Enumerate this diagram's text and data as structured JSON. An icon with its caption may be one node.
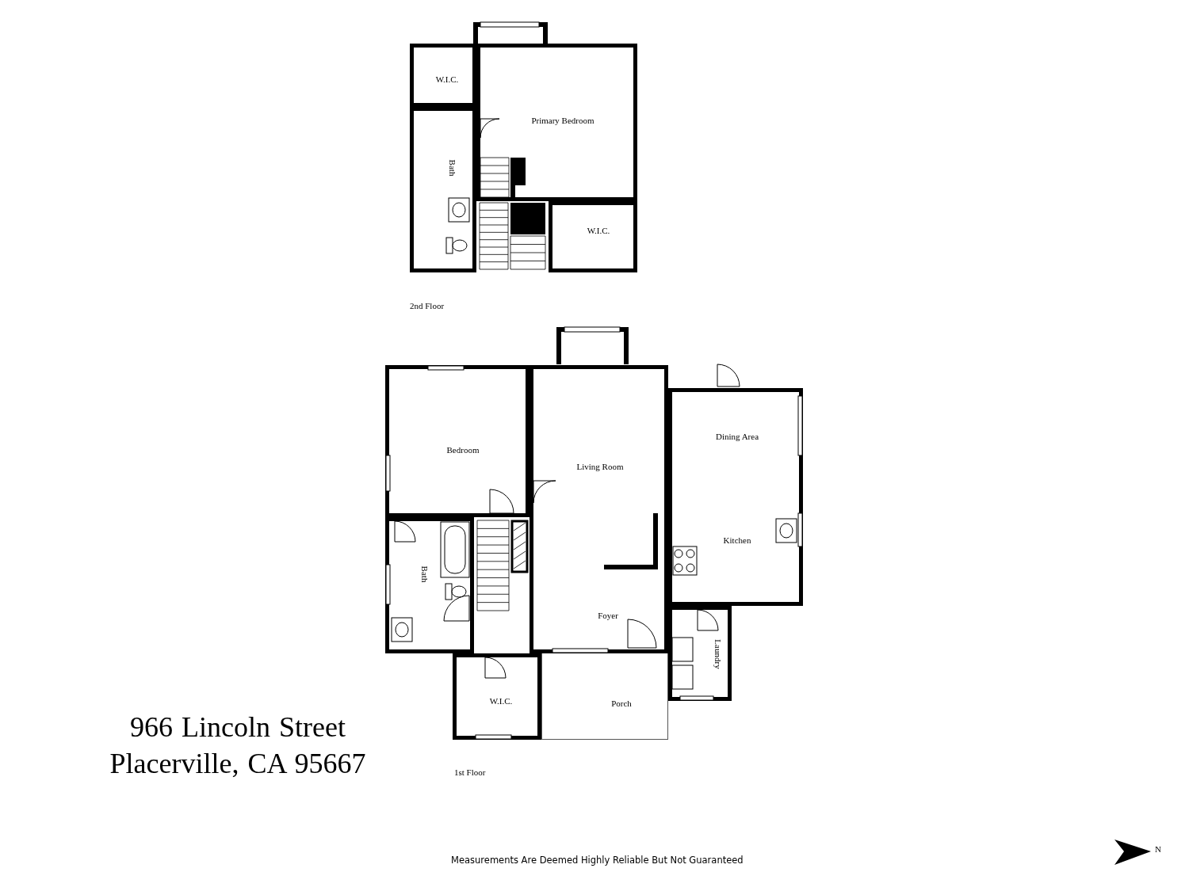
{
  "diagram": {
    "title": "966 Lincoln Street Placerville, CA 95667",
    "caption": "Measurements Are Deemed Highly Reliable But Not Guaranteed",
    "nodes": [
      {
        "text": [
          "W.I.C."
        ]
      },
      {
        "text": [
          "Primary Bedroom"
        ]
      },
      {
        "text": [
          "Bath"
        ]
      },
      {
        "text": [
          "W.I.C."
        ]
      },
      {
        "text": [
          "Bedroom"
        ]
      },
      {
        "text": [
          "Living Room",
          "Foyer"
        ]
      },
      {
        "text": [
          "Dining Area",
          "Kitchen"
        ]
      },
      {
        "text": [
          "Bath"
        ]
      },
      {
        "text": [
          "Laundry"
        ]
      },
      {
        "text": [
          "W.I.C."
        ]
      },
      {
        "text": [
          "Porch"
        ]
      }
    ],
    "labels": [
      "2nd Floor",
      "1st Floor",
      "N"
    ]
  }
}
